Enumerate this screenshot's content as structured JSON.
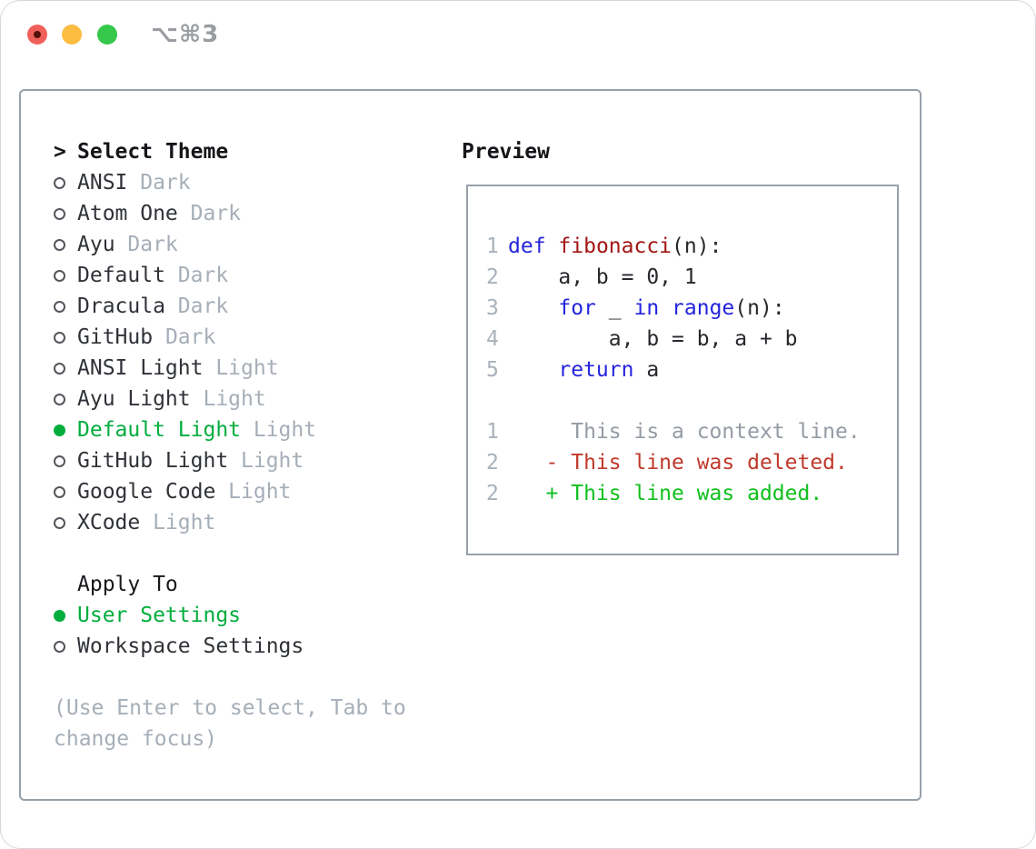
{
  "titlebar": {
    "shortcut": "⌥⌘3"
  },
  "colors": {
    "accent_green": "#00ad3d",
    "diff_added_green": "#10c01d",
    "diff_deleted_red": "#c0392b",
    "keyword_blue": "#2424dd",
    "function_red": "#a31515",
    "muted_gray": "#a6aeb8",
    "line_number_gray": "#a9b1bb",
    "border_gray": "#98a0aa",
    "traffic_red": "#f0605a",
    "traffic_yellow": "#fcbd41",
    "traffic_green": "#35c84b"
  },
  "theme_selector": {
    "prompt": ">",
    "title": "Select Theme",
    "items": [
      {
        "name": "ANSI",
        "tag": "Dark",
        "selected": false
      },
      {
        "name": "Atom One",
        "tag": "Dark",
        "selected": false
      },
      {
        "name": "Ayu",
        "tag": "Dark",
        "selected": false
      },
      {
        "name": "Default",
        "tag": "Dark",
        "selected": false
      },
      {
        "name": "Dracula",
        "tag": "Dark",
        "selected": false
      },
      {
        "name": "GitHub",
        "tag": "Dark",
        "selected": false
      },
      {
        "name": "ANSI Light",
        "tag": "Light",
        "selected": false
      },
      {
        "name": "Ayu Light",
        "tag": "Light",
        "selected": false
      },
      {
        "name": "Default Light",
        "tag": "Light",
        "selected": true
      },
      {
        "name": "GitHub Light",
        "tag": "Light",
        "selected": false
      },
      {
        "name": "Google Code",
        "tag": "Light",
        "selected": false
      },
      {
        "name": "XCode",
        "tag": "Light",
        "selected": false
      }
    ]
  },
  "apply_to": {
    "title": "Apply To",
    "options": [
      {
        "label": "User Settings",
        "selected": true
      },
      {
        "label": "Workspace Settings",
        "selected": false
      }
    ]
  },
  "hint": {
    "line1": "(Use Enter to select, Tab to",
    "line2": "change focus)"
  },
  "preview": {
    "title": "Preview",
    "lines": [
      {
        "num": "1",
        "tokens": [
          {
            "t": "def",
            "c": "kw"
          },
          {
            "t": " "
          },
          {
            "t": "fibonacci",
            "c": "fn"
          },
          {
            "t": "(n):"
          }
        ]
      },
      {
        "num": "2",
        "tokens": [
          {
            "t": "    a, b = 0, 1"
          }
        ]
      },
      {
        "num": "3",
        "tokens": [
          {
            "t": "    "
          },
          {
            "t": "for",
            "c": "kw"
          },
          {
            "t": " _ "
          },
          {
            "t": "in",
            "c": "kw"
          },
          {
            "t": " "
          },
          {
            "t": "range",
            "c": "kw"
          },
          {
            "t": "(n):"
          }
        ]
      },
      {
        "num": "4",
        "tokens": [
          {
            "t": "        a, b = b, a + b"
          }
        ]
      },
      {
        "num": "5",
        "tokens": [
          {
            "t": "    "
          },
          {
            "t": "return",
            "c": "kw"
          },
          {
            "t": " a"
          }
        ]
      },
      {
        "num": "",
        "tokens": []
      },
      {
        "num": "1",
        "tokens": [
          {
            "t": "     This is a context line.",
            "c": "ctx"
          }
        ]
      },
      {
        "num": "2",
        "tokens": [
          {
            "t": "   - This line was deleted.",
            "c": "del"
          }
        ]
      },
      {
        "num": "2",
        "tokens": [
          {
            "t": "   + This line was added.",
            "c": "add"
          }
        ]
      }
    ]
  }
}
